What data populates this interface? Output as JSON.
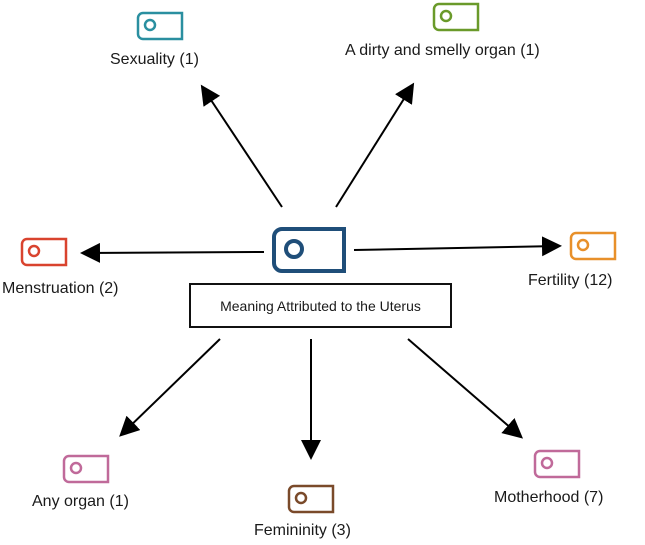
{
  "center": {
    "title": "Meaning Attributed to the Uterus",
    "color": "#1f4e79"
  },
  "nodes": [
    {
      "id": "sexuality",
      "label": "Sexuality (1)",
      "color": "#2a8fa0",
      "icon": "uterus-tag-icon"
    },
    {
      "id": "dirty",
      "label": "A dirty and smelly organ (1)",
      "color": "#6a9a2a",
      "icon": "uterus-tag-icon"
    },
    {
      "id": "menstruation",
      "label": "Menstruation (2)",
      "color": "#d9432e",
      "icon": "uterus-tag-icon"
    },
    {
      "id": "fertility",
      "label": "Fertility (12)",
      "color": "#e8902a",
      "icon": "uterus-tag-icon"
    },
    {
      "id": "anyorgan",
      "label": "Any organ (1)",
      "color": "#c06a9a",
      "icon": "uterus-tag-icon"
    },
    {
      "id": "femininity",
      "label": "Femininity (3)",
      "color": "#7a4a2a",
      "icon": "uterus-tag-icon"
    },
    {
      "id": "motherhood",
      "label": "Motherhood (7)",
      "color": "#c06a9a",
      "icon": "uterus-tag-icon"
    }
  ]
}
